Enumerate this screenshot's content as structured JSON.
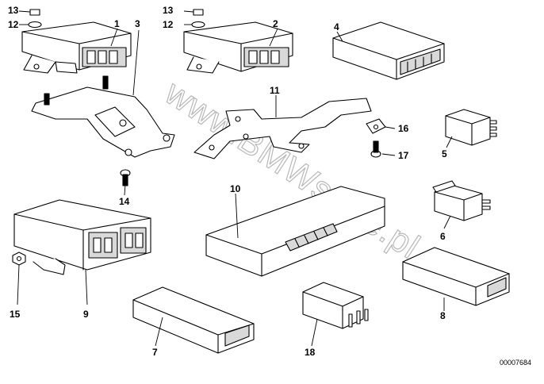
{
  "watermark": "www.BMWstore.pl",
  "document_number": "00007684",
  "callouts": {
    "c1": "1",
    "c2": "2",
    "c3": "3",
    "c4": "4",
    "c5": "5",
    "c6": "6",
    "c7": "7",
    "c8": "8",
    "c9": "9",
    "c10": "10",
    "c11": "11",
    "c12a": "12",
    "c12b": "12",
    "c13a": "13",
    "c13b": "13",
    "c14": "14",
    "c15": "15",
    "c16": "16",
    "c17": "17",
    "c18": "18"
  }
}
